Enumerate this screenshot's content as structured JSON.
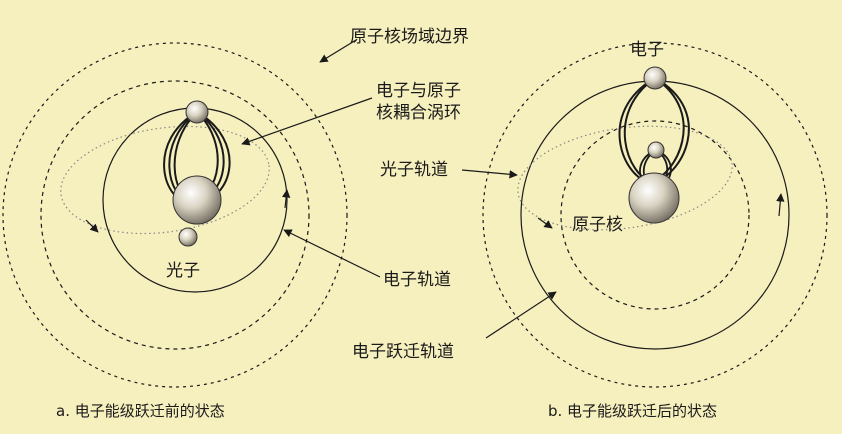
{
  "labels": {
    "field_boundary": "原子核场域边界",
    "vortex_line1": "电子与原子",
    "vortex_line2": "核耦合涡环",
    "photon_orbit": "光子轨道",
    "electron_orbit": "电子轨道",
    "transition_orbit": "电子跃迁轨道",
    "photon": "光子",
    "electron": "电子",
    "nucleus": "原子核"
  },
  "captions": {
    "a": "a. 电子能级跃迁前的状态",
    "b": "b. 电子能级跃迁后的状态"
  },
  "colors": {
    "background": "#f6efbe",
    "line": "#1a1a1a",
    "orbit_dotted": "#888888"
  }
}
